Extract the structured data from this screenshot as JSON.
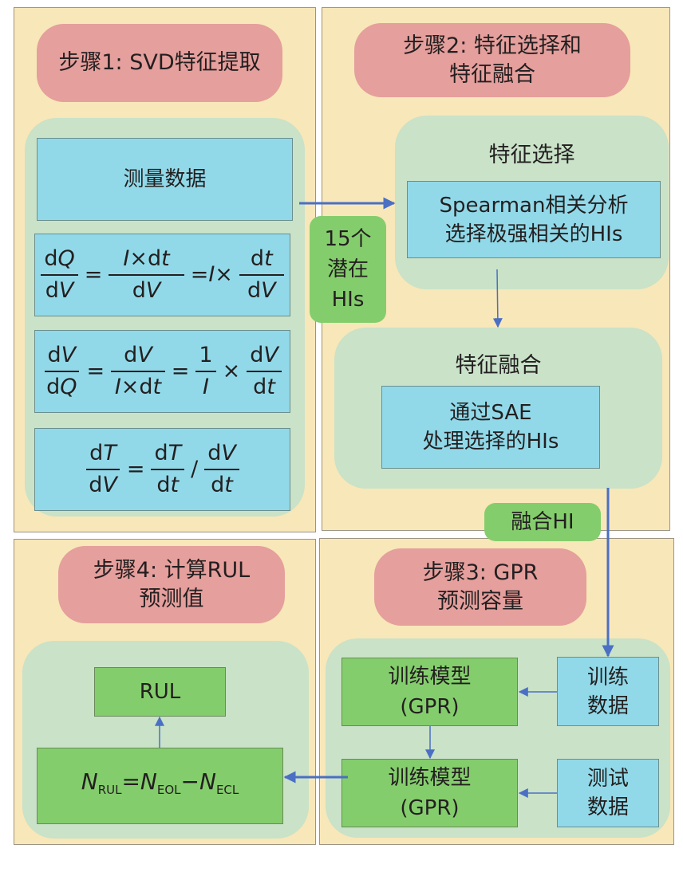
{
  "step1": {
    "title": "步骤1: SVD特征提取",
    "measured_data": "测量数据",
    "formulas": [
      {
        "name": "dQ-dV",
        "parts": [
          {
            "num": "dQ",
            "den": "dV"
          },
          "=",
          {
            "num": "I×dt",
            "den": "dV"
          },
          "=I×",
          {
            "num": "dt",
            "den": "dV"
          }
        ]
      },
      {
        "name": "dV-dQ",
        "parts": [
          {
            "num": "dV",
            "den": "dQ"
          },
          "=",
          {
            "num": "dV",
            "den": "I×dt"
          },
          "=",
          {
            "num": "1",
            "den": "I"
          },
          "×",
          {
            "num": "dV",
            "den": "dt"
          }
        ]
      },
      {
        "name": "dT-dV",
        "parts": [
          {
            "num": "dT",
            "den": "dV"
          },
          "=",
          {
            "num": "dT",
            "den": "dt"
          },
          "/",
          {
            "num": "dV",
            "den": "dt"
          }
        ]
      }
    ]
  },
  "step2": {
    "title": "步骤2: 特征选择和\n特征融合",
    "selection": {
      "label": "特征选择",
      "box": "Spearman相关分析\n选择极强相关的HIs"
    },
    "fusion": {
      "label": "特征融合",
      "box": "通过SAE\n处理选择的HIs"
    }
  },
  "step3": {
    "title": "步骤3: GPR\n预测容量",
    "train_model_1": "训练模型\n(GPR)",
    "train_model_2": "训练模型\n(GPR)",
    "train_data": "训练\n数据",
    "test_data": "测试\n数据"
  },
  "step4": {
    "title": "步骤4: 计算RUL\n预测值",
    "rul": "RUL",
    "formula": {
      "N": "N",
      "rul_sub": "RUL",
      "eq": "=",
      "eol_sub": "EOL",
      "minus": "−",
      "ecl_sub": "ECL"
    }
  },
  "connectors": {
    "potential_his": "15个\n潜在\nHIs",
    "fused_hi": "融合HI"
  },
  "colors": {
    "panel": "#f8e7b8",
    "title": "#e59f9c",
    "group": "#c9e2c8",
    "blue_box": "#91d9e9",
    "green_box": "#84cd6c",
    "arrow": "#4a6fc4"
  }
}
